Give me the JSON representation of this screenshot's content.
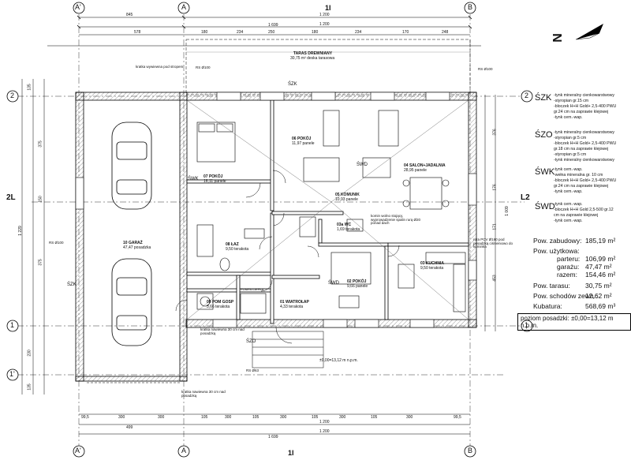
{
  "title": "",
  "axes": {
    "top": [
      "A'",
      "A",
      "B"
    ],
    "bottom": [
      "A'",
      "A",
      "B"
    ],
    "left": [
      "2",
      "1",
      "1'"
    ],
    "right": [
      "2",
      "1"
    ],
    "section": [
      "2L",
      "L2",
      "1I"
    ]
  },
  "north_label": "N",
  "dimensions": {
    "top_outer": [
      "1 699",
      "1 200"
    ],
    "top_row": [
      "845",
      "1 200"
    ],
    "top_inner": [
      "578",
      "180",
      "234",
      "250",
      "180",
      "234",
      "170",
      "248"
    ],
    "bottom_outer": [
      "1 699",
      "1 200"
    ],
    "bottom_row": [
      "499",
      "1 200"
    ],
    "bottom_inner": [
      "99,5",
      "300",
      "300",
      "105",
      "300",
      "105",
      "300",
      "105",
      "300",
      "105",
      "300",
      "99,5"
    ],
    "left": [
      "135",
      "375",
      "150",
      "375",
      "1 229",
      "230",
      "135"
    ],
    "right": [
      "376",
      "176",
      "171",
      "1 009",
      "453"
    ]
  },
  "rooms": [
    {
      "id": "terrace",
      "name": "TARAS DREWNIANY",
      "area": "30,75 m² deska tarasowa"
    },
    {
      "id": "r06",
      "name": "06 POKÓJ",
      "area": "11,97 panele"
    },
    {
      "id": "r07",
      "name": "07 POKÓJ",
      "area": "16,11 panele"
    },
    {
      "id": "r04",
      "name": "04 SALON+JADALNIA",
      "area": "28,95 panele"
    },
    {
      "id": "r05",
      "name": "05 KOMUNIK",
      "area": "10,93 panele"
    },
    {
      "id": "r10",
      "name": "10 GARAŻ",
      "area": "47,47 posadzka"
    },
    {
      "id": "r08",
      "name": "08 ŁAZ",
      "area": "9,50 terakota"
    },
    {
      "id": "r03wc",
      "name": "03a WC",
      "area": "1,69 terakota"
    },
    {
      "id": "r03",
      "name": "03 KUCHNIA",
      "area": "9,50 terakota"
    },
    {
      "id": "r02",
      "name": "02 POKÓJ",
      "area": "9,66 panele"
    },
    {
      "id": "r09",
      "name": "09 POM GOSP",
      "area": "3,66 terakota"
    },
    {
      "id": "r01",
      "name": "01 WIATROŁAP",
      "area": "4,33 terakota"
    }
  ],
  "wall_tags": [
    "ŚZK",
    "ŚWK",
    "ŚWD",
    "ŚZO",
    "ŚZK",
    "ŚWD"
  ],
  "notes": [
    "kratka wywiewna pod stropem",
    "RS Ø100",
    "RS Ø100",
    "RS Ø100",
    "komin wolno stojący, wyprowadzenie spalin rurą Ø20 ponad dach",
    "rura PCV Ø160 pod posadzką ciśnieniowo do kominka",
    "kratka nawiewna 30 cm nad posadzką",
    "kratka nawiewna 30 cm nad posadzką",
    "RS Ø63",
    "POMPA CIEPŁA",
    "±0,00=13,12 m n.p.m."
  ],
  "legend": [
    {
      "code": "ŚZK",
      "lines": [
        "-tynk mineralny cienkowarstwowy",
        "-styropian gr.15 cm",
        "-bloczek H+H Gold+ 2,5-400 PWU",
        "gr.24 cm na zaprawie klejowej",
        "-tynk cem.-wap."
      ]
    },
    {
      "code": "ŚZO",
      "lines": [
        "-tynk mineralny cienkowarstwowy",
        "-styropian gr.5 cm",
        "-bloczek H+H Gold+ 2,5-400 PWU",
        "gr.18 cm na zaprawie klejowej",
        "-styropian gr.5 cm",
        "-tynk mineralny cienkowarstwowy"
      ]
    },
    {
      "code": "ŚWK",
      "lines": [
        "-tynk cem.-wap.",
        "-wełna mineralna gr. 10 cm",
        "-bloczek H+H Gold+ 2,5-400 PWU",
        "gr.24 cm na zaprawie klejowej",
        "-tynk cem.-wap."
      ]
    },
    {
      "code": "ŚWD",
      "lines": [
        "-tynk cem.-wap.",
        "-bloczek H+H Gold 2,5-500 gr.12",
        "cm na zaprawie klejowej",
        "-tynk cem.-wap."
      ]
    }
  ],
  "summary": [
    {
      "label": "Pow. zabudowy:",
      "value": "185,19 m²"
    },
    {
      "label": "Pow. użytkowa:",
      "value": ""
    },
    {
      "label": "parteru:",
      "value": "106,99 m²"
    },
    {
      "label": "garażu:",
      "value": "47,47 m²"
    },
    {
      "label": "razem:",
      "value": "154,46 m²"
    },
    {
      "label": "Pow. tarasu:",
      "value": "30,75 m²"
    },
    {
      "label": "Pow. schodów zewn.:",
      "value": "12,62 m²"
    },
    {
      "label": "Kubatura:",
      "value": "568,69 m³"
    }
  ],
  "level": "poziom posadzki: ±0,00=13,12 m n.p.m."
}
